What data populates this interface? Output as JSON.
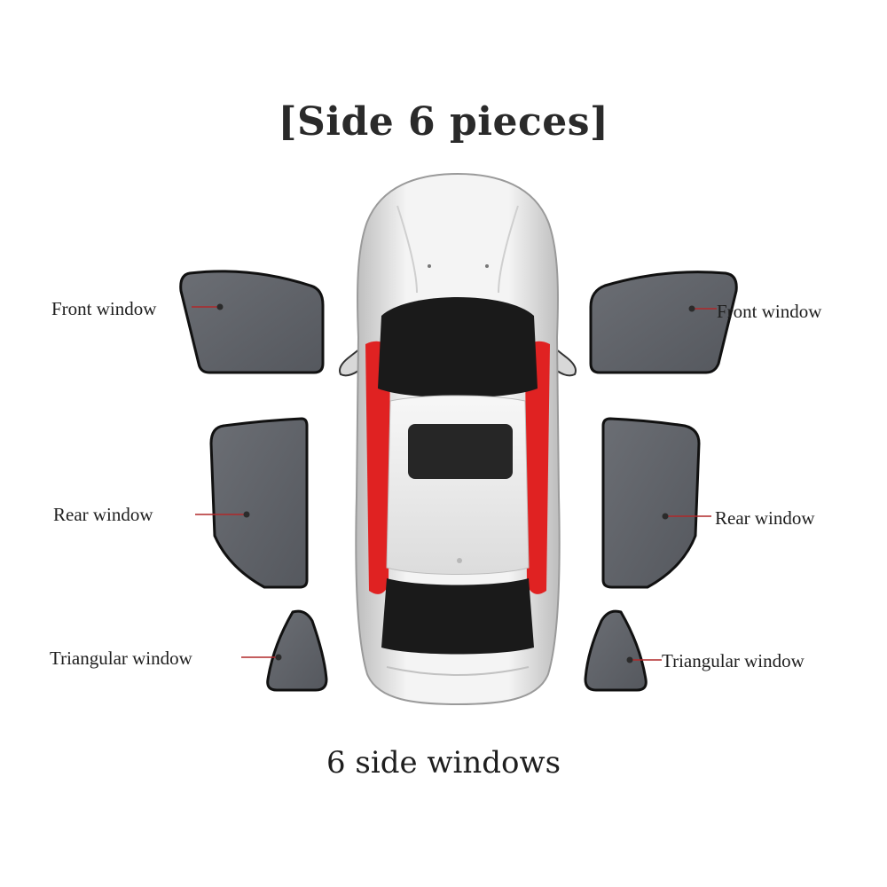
{
  "title": "[Side 6 pieces]",
  "subtitle": "6 side windows",
  "labels": {
    "left_front": "Front window",
    "left_rear": "Rear window",
    "left_triangular": "Triangular window",
    "right_front": "Front window",
    "right_rear": "Rear window",
    "right_triangular": "Triangular window"
  },
  "colors": {
    "shade_fill": "#5f6268",
    "shade_border": "#111111",
    "car_body": "#eeeeee",
    "glass": "#1a1a1a",
    "accent_red": "#e02222",
    "leader_line": "#b0282a"
  }
}
